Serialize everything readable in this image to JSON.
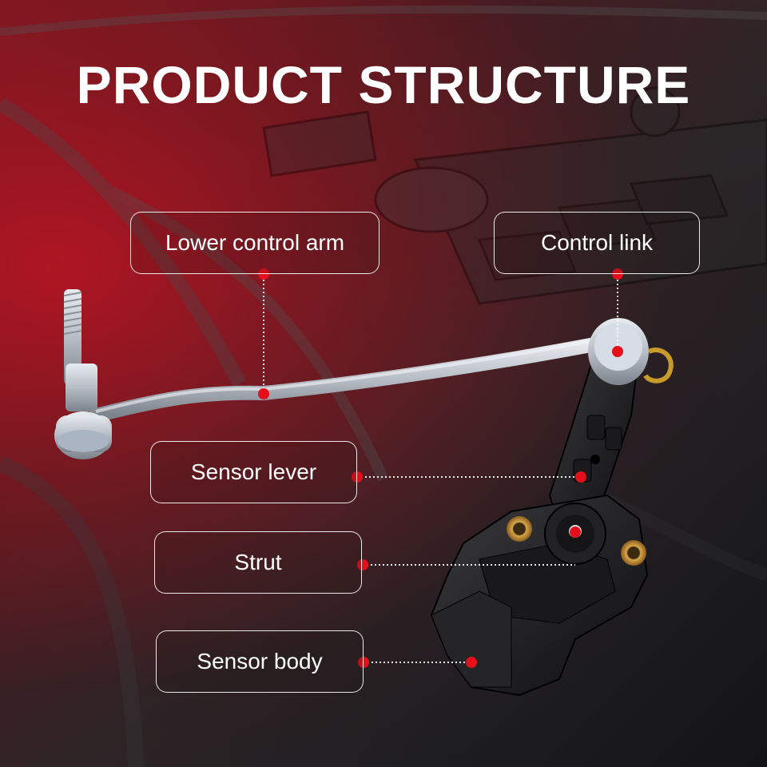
{
  "title": "PRODUCT STRUCTURE",
  "labels": {
    "lower_control_arm": "Lower control arm",
    "control_link": "Control link",
    "sensor_lever": "Sensor lever",
    "strut": "Strut",
    "sensor_body": "Sensor body"
  },
  "colors": {
    "accent_red": "#e3101c",
    "text": "#ffffff"
  }
}
